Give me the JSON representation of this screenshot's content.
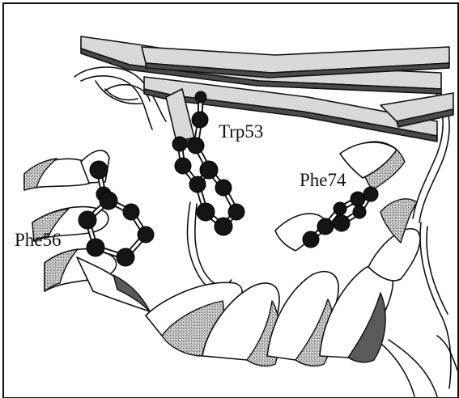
{
  "figure": {
    "labels": {
      "phe56": "Phe56",
      "trp53": "Trp53",
      "phe74": "Phe74"
    },
    "colors": {
      "ink": "#111111",
      "atom": "#141414",
      "ribbon_shade": "#8a8a8a",
      "sheet_dark": "#4a4a4a",
      "background": "#ffffff"
    }
  }
}
